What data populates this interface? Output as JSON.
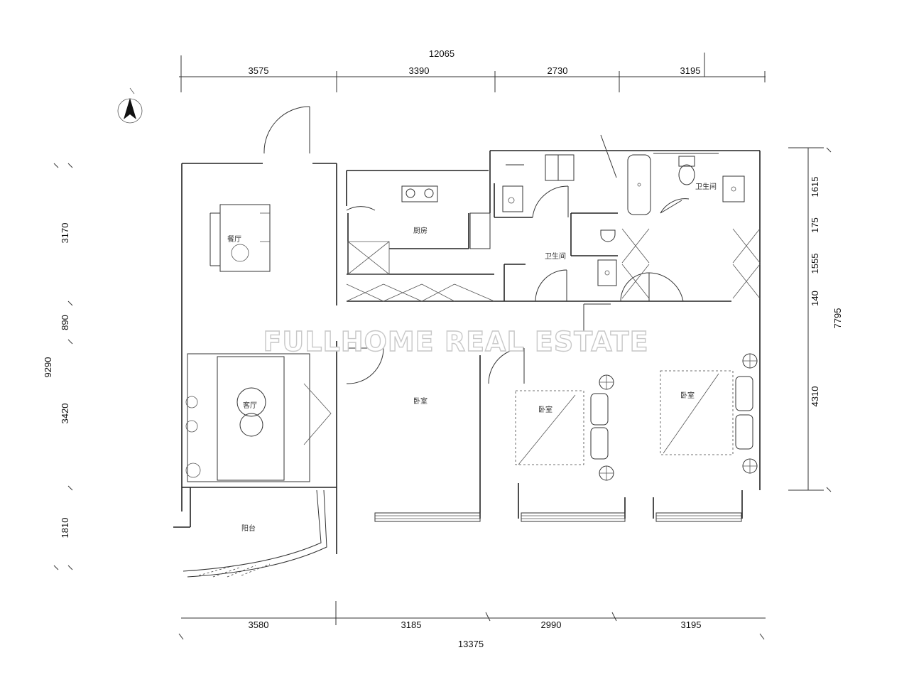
{
  "dimensions": {
    "top_total": "12065",
    "top": [
      "3575",
      "3390",
      "2730",
      "3195"
    ],
    "bottom": [
      "3580",
      "3185",
      "2990",
      "3195"
    ],
    "bottom_total": "13375",
    "left_total": "9290",
    "left": [
      "3170",
      "890",
      "3420",
      "1810"
    ],
    "right_total": "7795",
    "right": [
      "1615",
      "175",
      "1555",
      "140",
      "4310"
    ]
  },
  "rooms": {
    "dining": "餐厅",
    "kitchen": "厨房",
    "bath_main": "卫生间",
    "bath_small": "卫生间",
    "living": "客厅",
    "balcony": "阳台",
    "master_bed": "卧室",
    "bedroom_2": "卧室",
    "bedroom_3": "卧室"
  },
  "watermark": "FULLHOME REAL ESTATE",
  "icons": {
    "compass": "north-arrow-icon"
  }
}
